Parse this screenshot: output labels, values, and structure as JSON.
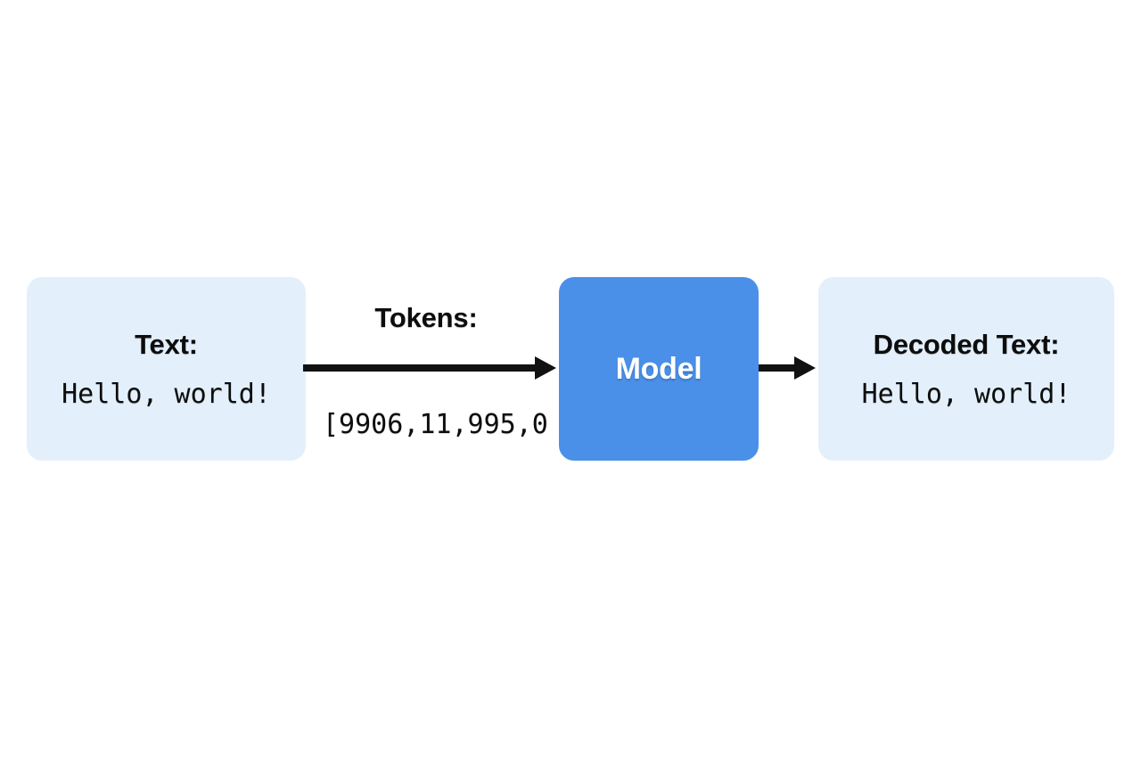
{
  "diagram": {
    "title": "Text to tokens to model to decoded text pipeline",
    "colors": {
      "io_box_fill": "#e3f0fc",
      "model_box_fill": "#4a90e8",
      "model_label_color": "#ffffff",
      "text_color": "#0d0d0d",
      "arrow_color": "#111111",
      "background": "#ffffff"
    },
    "nodes": [
      {
        "id": "input",
        "title": "Text:",
        "value": "Hello, world!"
      },
      {
        "id": "model",
        "label": "Model"
      },
      {
        "id": "output",
        "title": "Decoded Text:",
        "value": "Hello, world!"
      }
    ],
    "edges": [
      {
        "id": "tokens",
        "title": "Tokens:",
        "value": "[9906,11,995,0",
        "from": "input",
        "to": "model",
        "arrowhead": "filled-triangle"
      },
      {
        "id": "decode",
        "title": "",
        "value": "",
        "from": "model",
        "to": "output",
        "arrowhead": "filled-triangle"
      }
    ]
  }
}
